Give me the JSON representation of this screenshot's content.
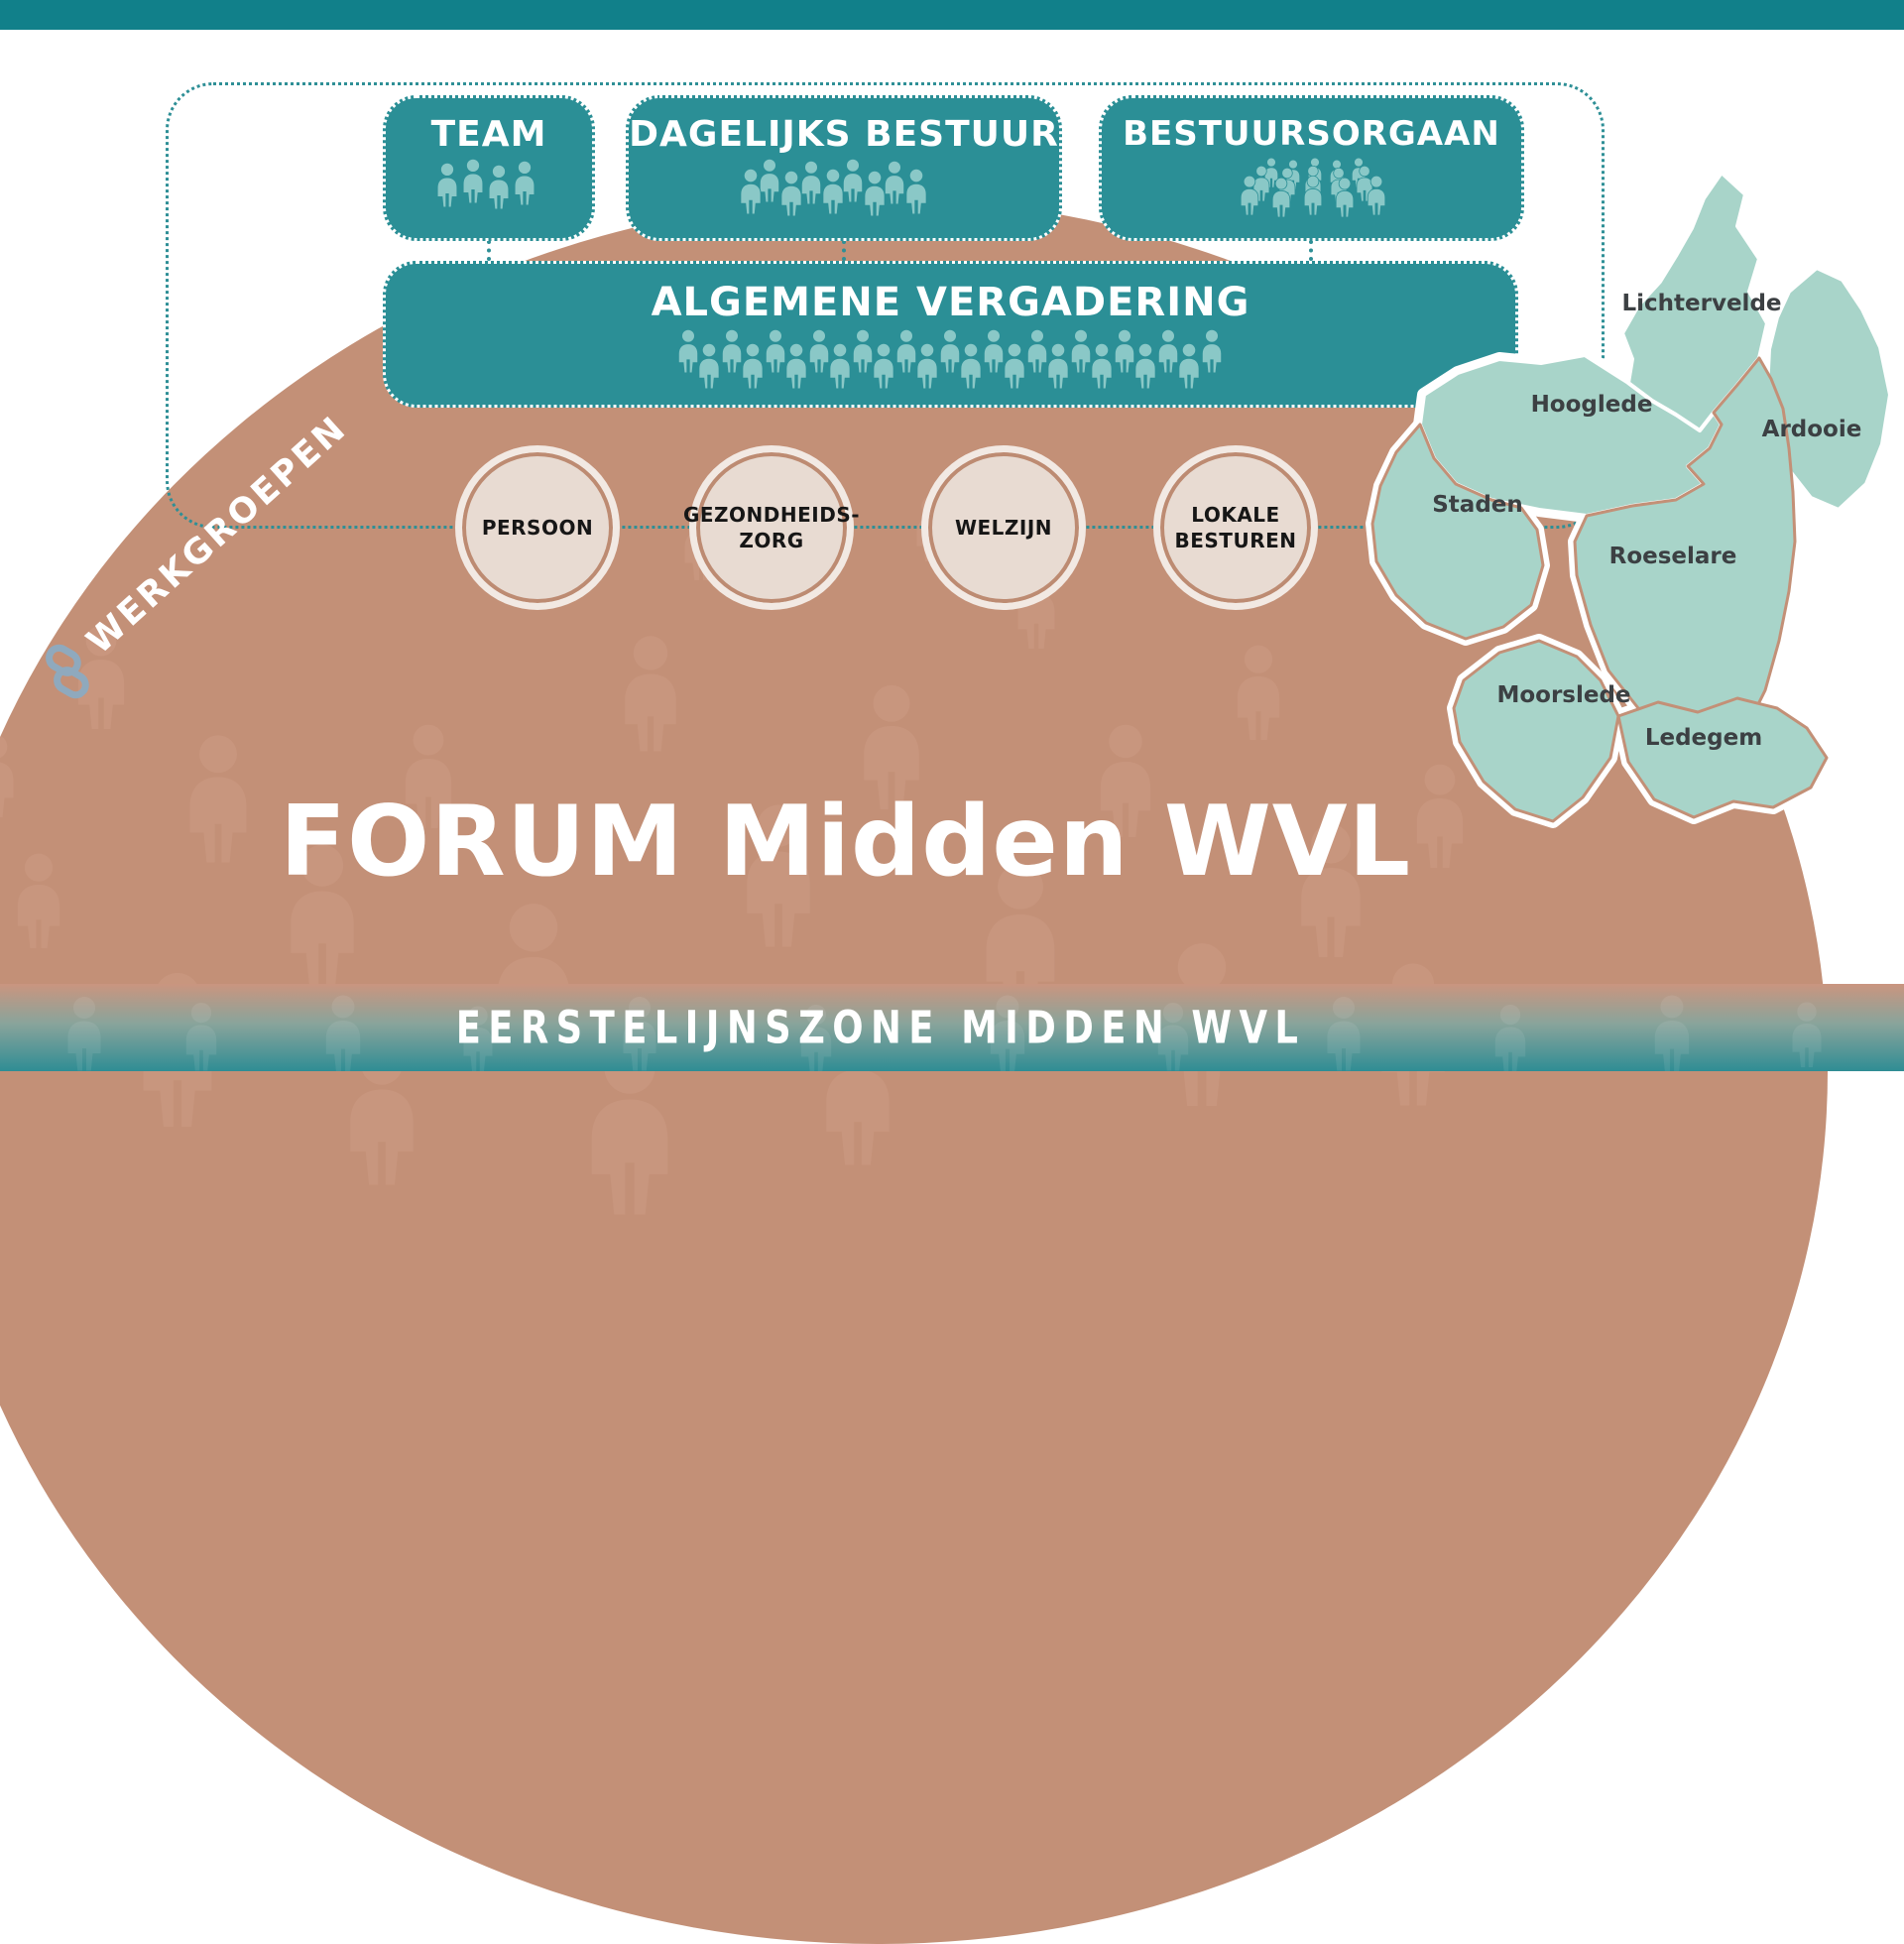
{
  "org_chart": {
    "boxes": [
      {
        "label": "TEAM"
      },
      {
        "label": "DAGELIJKS BESTUUR"
      },
      {
        "label": "BESTUURSORGAAN"
      }
    ],
    "assembly_label": "ALGEMENE VERGADERING",
    "workgroups_title": "WERKGROEPEN",
    "workgroups": [
      {
        "lines": [
          "PERSOON"
        ]
      },
      {
        "lines": [
          "GEZONDHEIDS-",
          "ZORG"
        ]
      },
      {
        "lines": [
          "WELZIJN"
        ]
      },
      {
        "lines": [
          "LOKALE",
          "BESTUREN"
        ]
      }
    ]
  },
  "map": {
    "municipalities": [
      {
        "name": "Lichtervelde"
      },
      {
        "name": "Hooglede"
      },
      {
        "name": "Ardooie"
      },
      {
        "name": "Staden"
      },
      {
        "name": "Roeselare"
      },
      {
        "name": "Moorslede"
      },
      {
        "name": "Ledegem"
      }
    ]
  },
  "main_title": "FORUM Midden WVL",
  "footer_banner": "EERSTELIJNSZONE MIDDEN WVL",
  "colors": {
    "teal": "#2b8f96",
    "teal_top_bar": "#11808a",
    "icon_teal_light": "#8ac8c7",
    "dome_salmon": "#c39077",
    "dome_silhouette": "#d09e88",
    "circle_fill": "#e8dbd2",
    "circle_ring_salmon": "#bd8b72",
    "circle_ring_cream": "#f2e9e3",
    "map_fill": "#a8d4c9",
    "map_label": "#3c4043",
    "chain_icon": "#8fa9bd"
  }
}
